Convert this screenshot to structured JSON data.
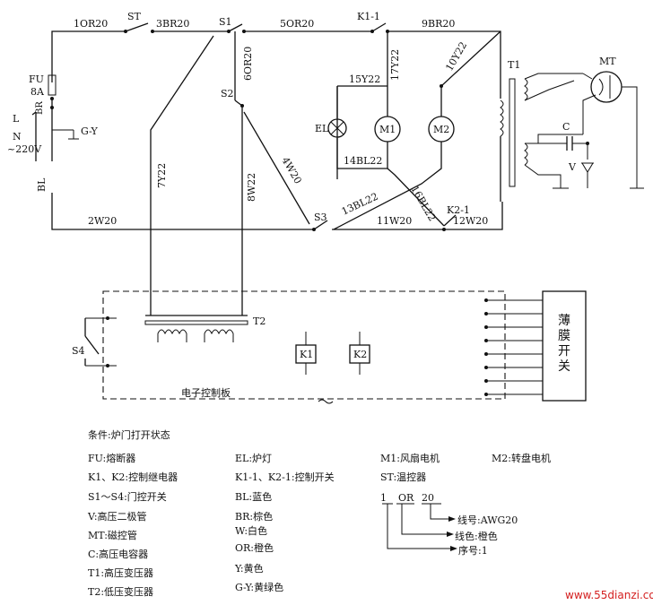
{
  "wire_labels": {
    "w1": "1OR20",
    "w3": "3BR20",
    "w5": "5OR20",
    "w9": "9BR20",
    "w6": "6OR20",
    "w7": "7Y22",
    "w8": "8W22",
    "w4": "4W20",
    "w2": "2W20",
    "w11": "11W20",
    "w12": "12W20",
    "w13": "13BL22",
    "w14": "14BL22",
    "w15": "15Y22",
    "w16": "16BL22",
    "w17": "17Y22",
    "w10": "10Y22"
  },
  "components": {
    "st": "ST",
    "s1": "S1",
    "s2": "S2",
    "s3": "S3",
    "s4": "S4",
    "k1_1": "K1-1",
    "k2_1": "K2-1",
    "fu": "FU",
    "fu_rating": "8A",
    "br": "BR",
    "l": "L",
    "n": "N",
    "gy": "G-Y",
    "voltage": "~220V",
    "bl": "BL",
    "el": "EL",
    "m1": "M1",
    "m2": "M2",
    "t1": "T1",
    "t2": "T2",
    "mt": "MT",
    "c": "C",
    "v": "V",
    "k1": "K1",
    "k2": "K2",
    "membrane": "薄膜开关",
    "board": "电子控制板"
  },
  "legend": {
    "condition": "条件:炉门打开状态",
    "col1": [
      "FU:熔断器",
      "K1、K2:控制继电器",
      "S1～S4:门控开关",
      "V:高压二极管",
      "MT:磁控管",
      "C:高压电容器",
      "T1:高压变压器",
      "T2:低压变压器"
    ],
    "col2": [
      "EL:炉灯",
      "K1-1、K2-1:控制开关",
      "BL:蓝色",
      "BR:棕色",
      "W:白色",
      "OR:橙色",
      "Y:黄色",
      "G-Y:黄绿色"
    ],
    "col3": [
      "M1:风扇电机",
      "ST:温控器"
    ],
    "col4": [
      "M2:转盘电机"
    ]
  },
  "wire_code": {
    "parts": [
      "1",
      "OR",
      "20"
    ],
    "gauge": "线号:AWG20",
    "color": "线色:橙色",
    "seq": "序号:1"
  },
  "watermark": "www.55dianzi.com"
}
